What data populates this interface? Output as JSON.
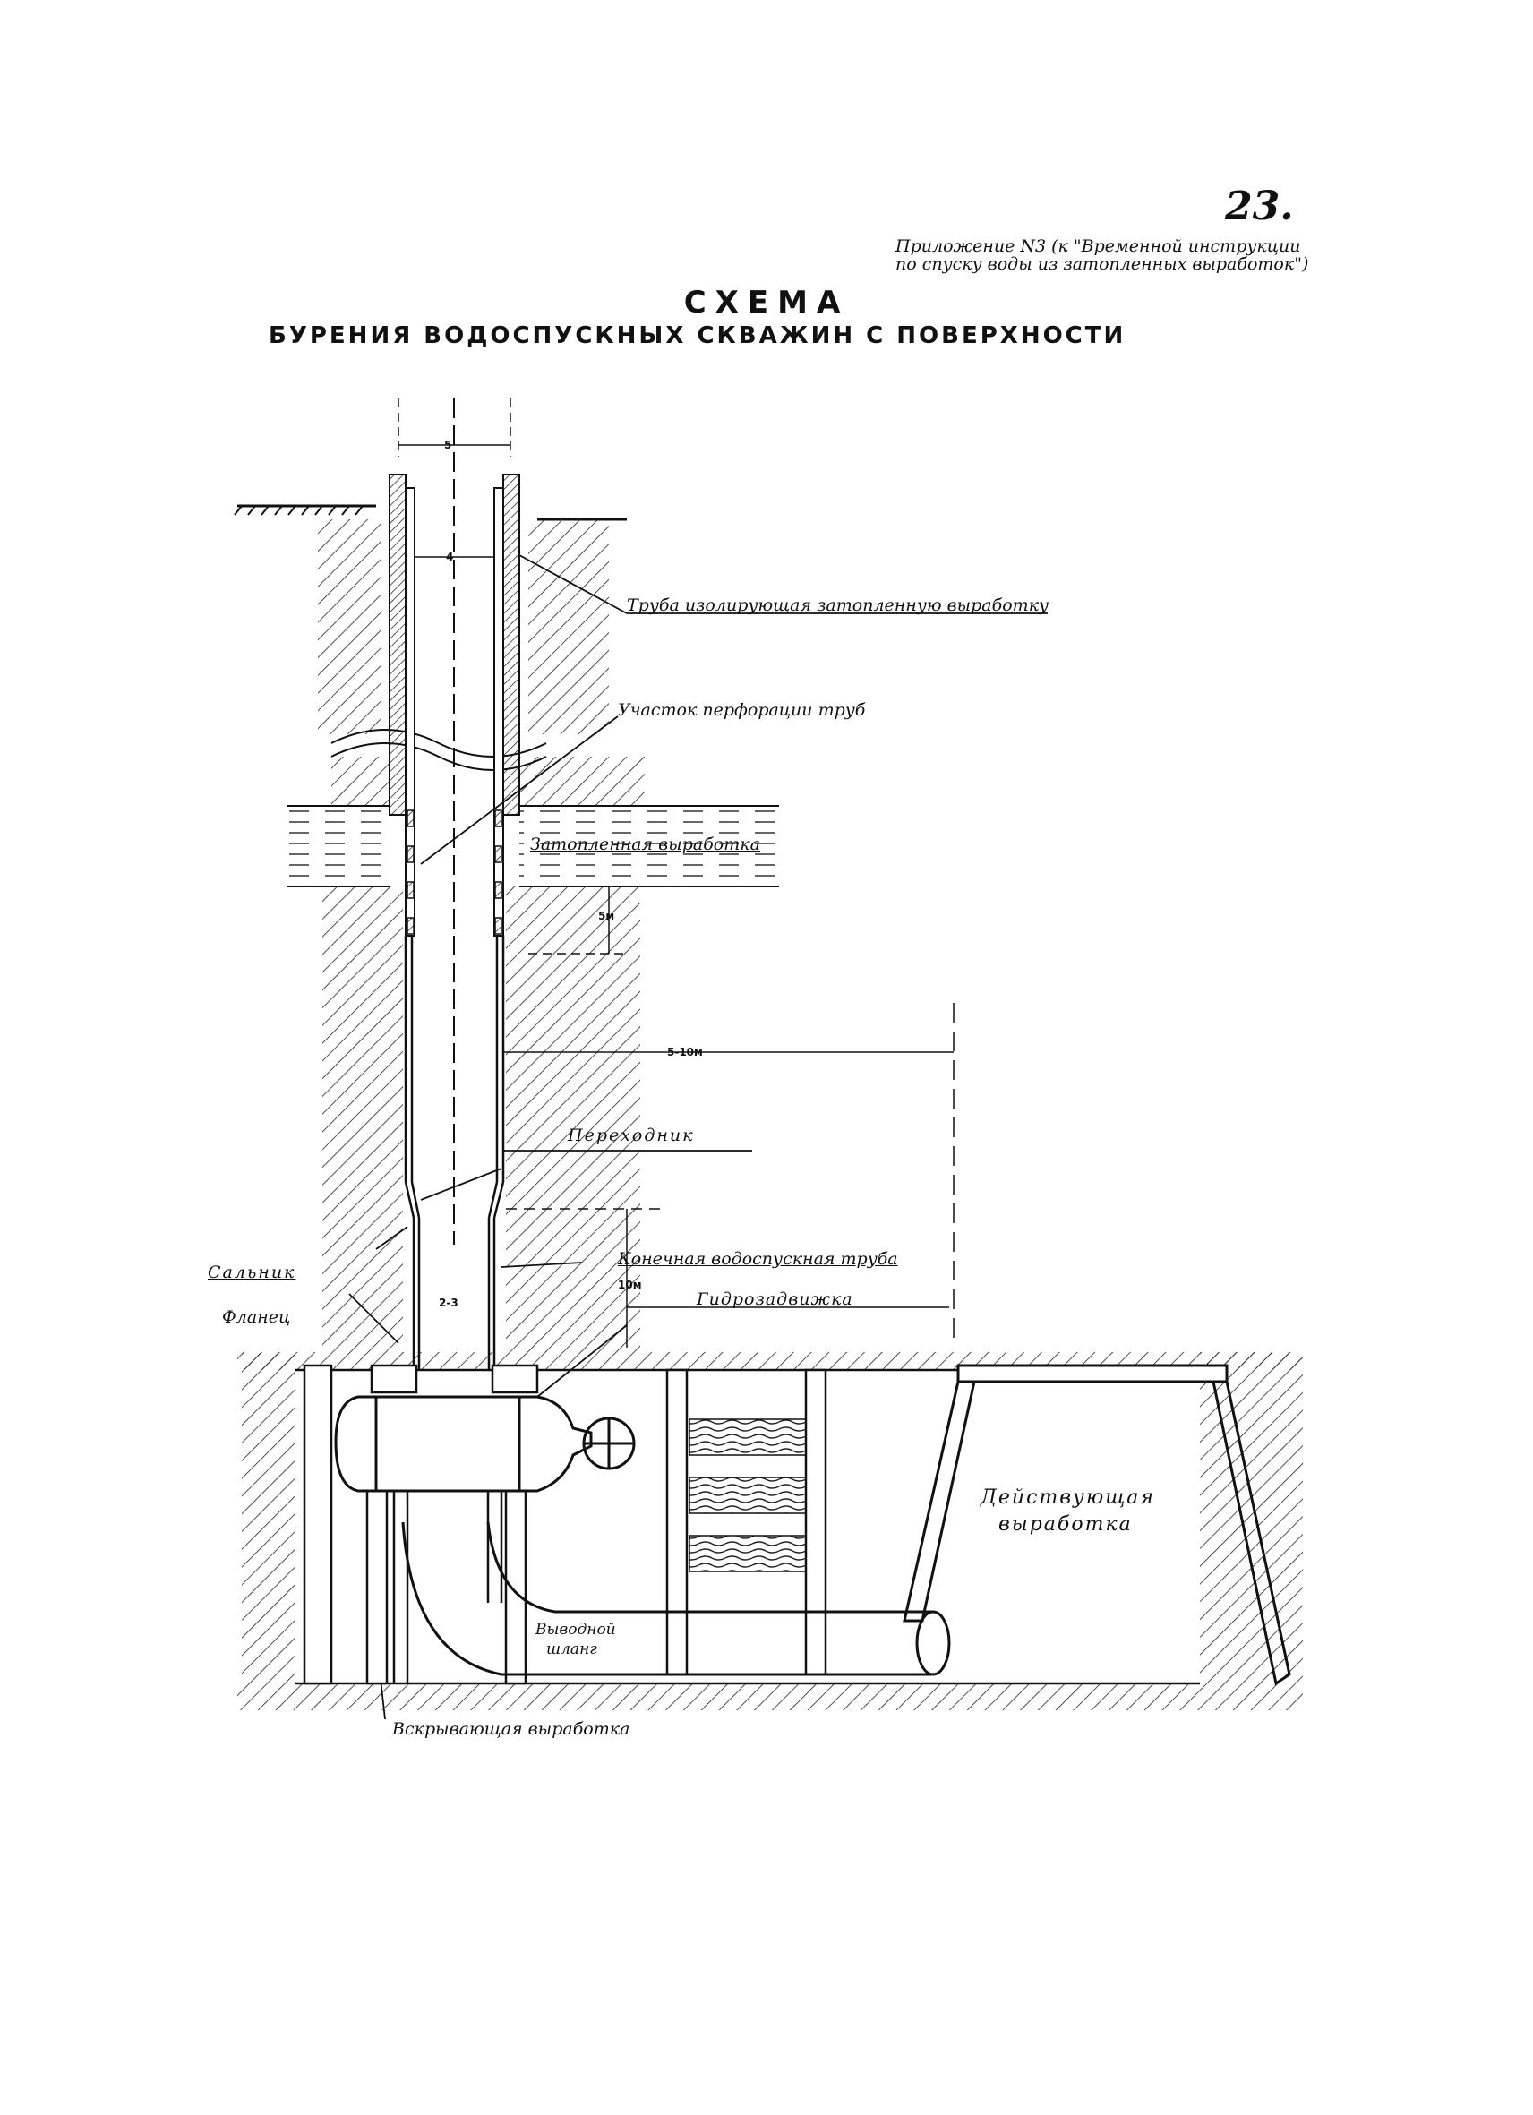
{
  "header": {
    "page_number": "23.",
    "appendix_line1": "Приложение N3 (к \"Временной инструкции",
    "appendix_line2": "по спуску воды из затопленных выработок\")",
    "title": "СХЕМА",
    "subtitle": "БУРЕНИЯ ВОДОСПУСКНЫХ СКВАЖИН С ПОВЕРХНОСТИ"
  },
  "labels": {
    "isolating_pipe": "Труба изолирующая затопленную выработку",
    "perforation": "Участок перфорации труб",
    "flooded_working": "Затопленная выработка",
    "adapter": "Переходник",
    "final_pipe": "Конечная водоспускная труба",
    "gland": "Сальник",
    "flange": "Фланец",
    "hydro_valve": "Гидрозадвижка",
    "active_working_1": "Действующая",
    "active_working_2": "выработка",
    "outlet_hose_1": "Выводной",
    "outlet_hose_2": "шланг",
    "opening_working": "Вскрывающая выработка"
  },
  "dimensions": {
    "d5": "5",
    "d4": "4",
    "d5m": "5м",
    "d5_10m": "5-10м",
    "d10m": "10м",
    "d2_3": "2-3"
  }
}
